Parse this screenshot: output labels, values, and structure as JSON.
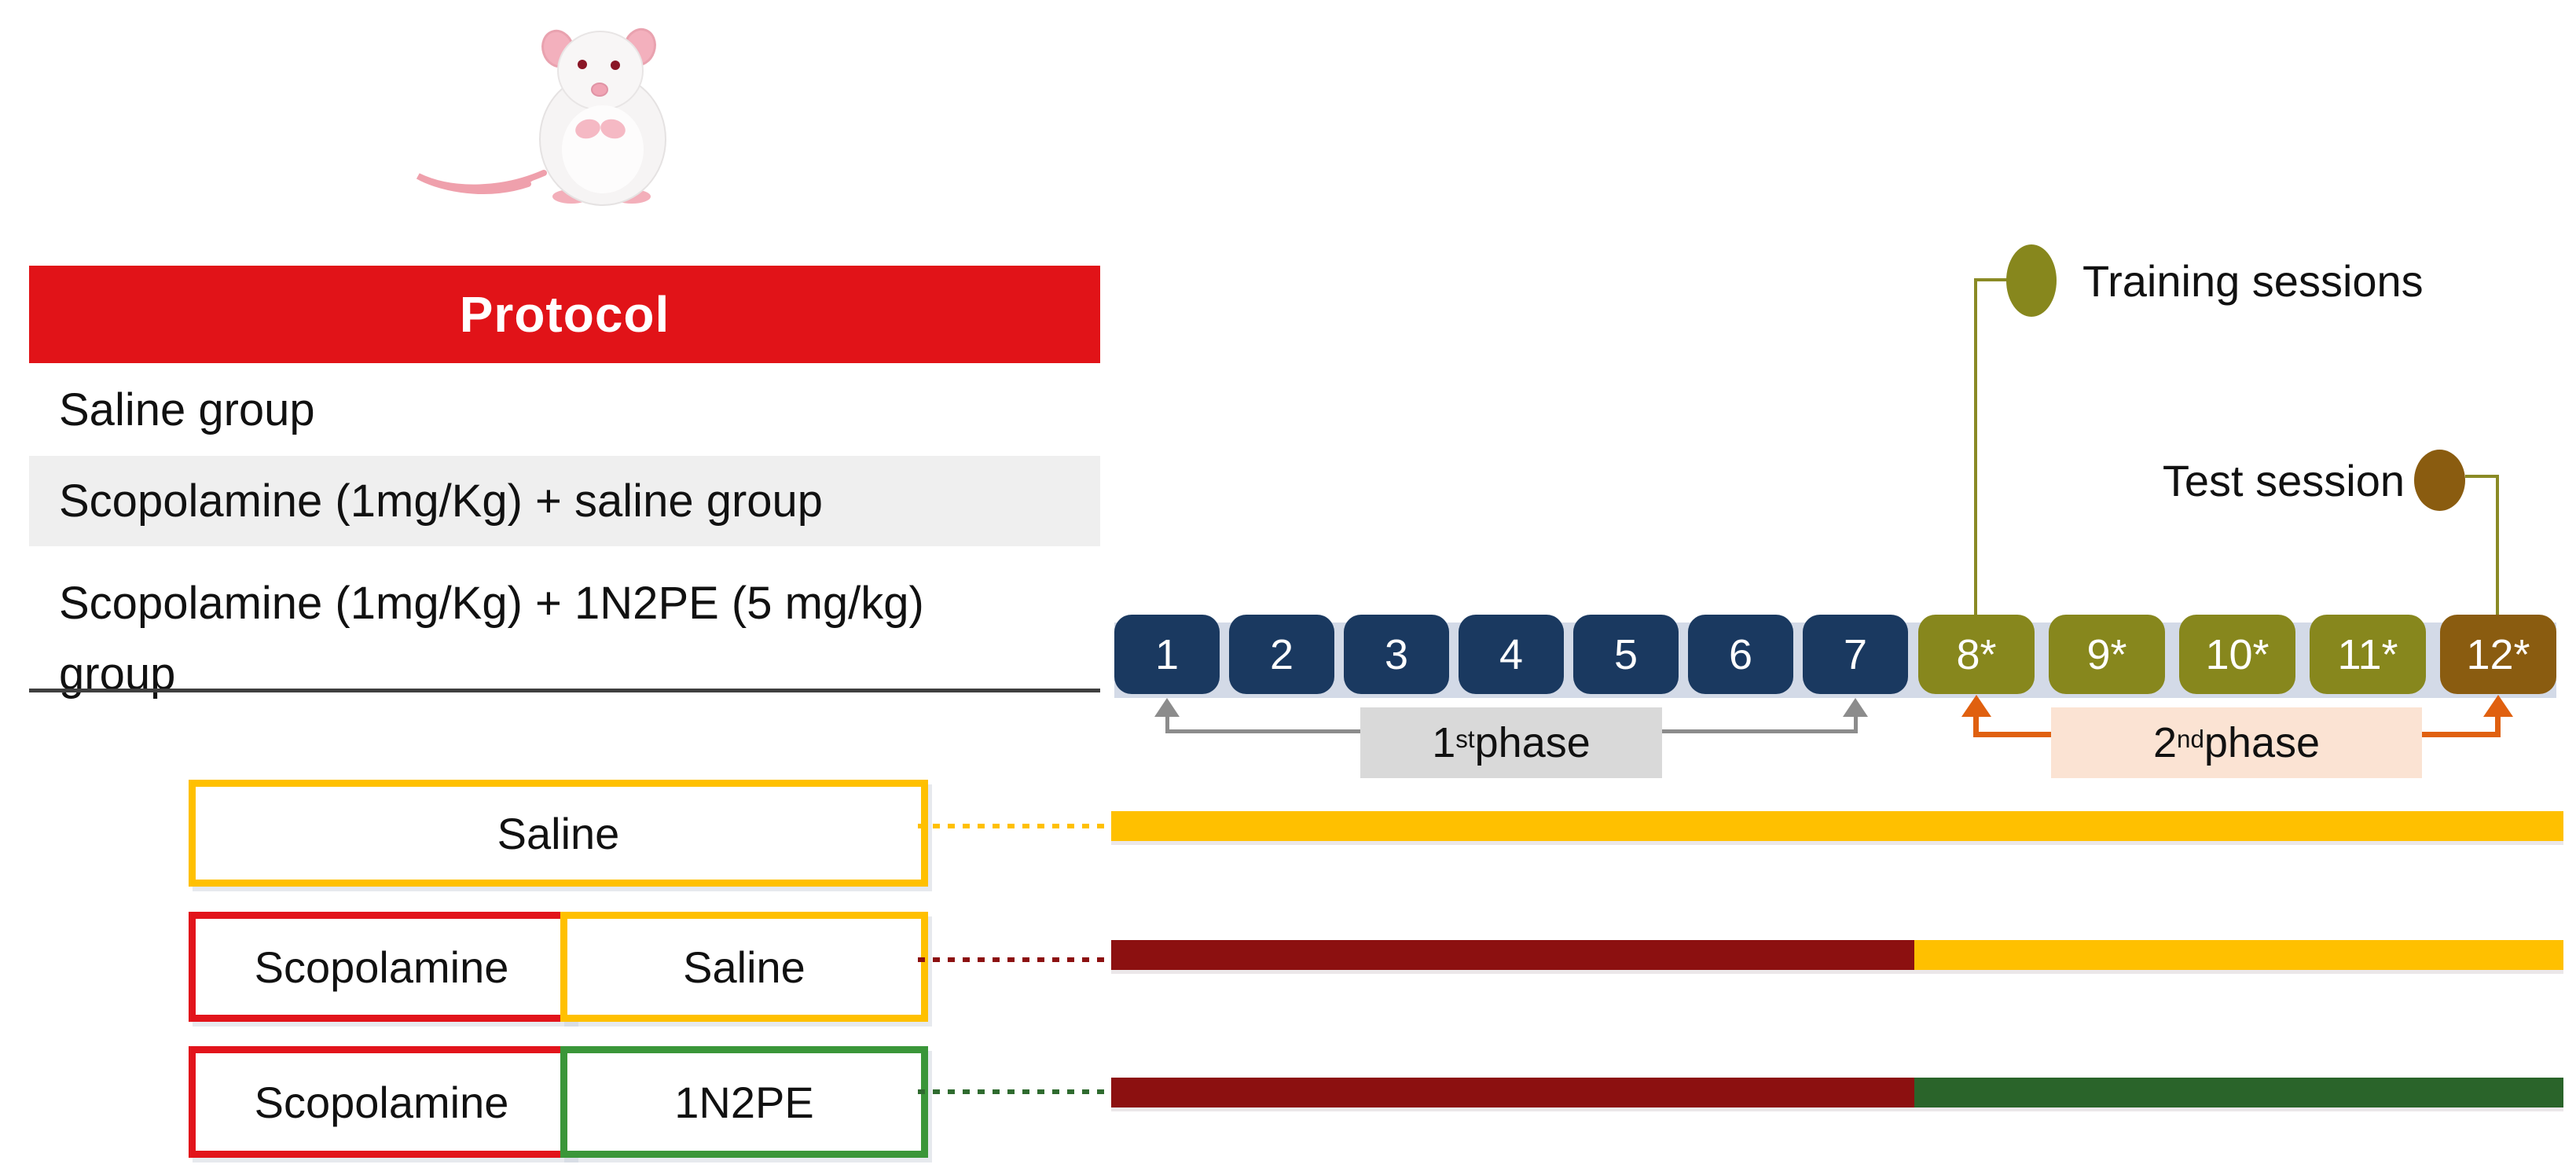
{
  "figure": {
    "subject": "pharmacological memory-task protocol diagram",
    "animal_icon": "white-rat"
  },
  "protocol_table": {
    "header": "Protocol",
    "rows": [
      {
        "line1": "Saline group"
      },
      {
        "line1": "Scopolamine (1mg/Kg) + saline group"
      },
      {
        "line1": "Scopolamine (1mg/Kg) + 1N2PE (5 mg/kg)",
        "line2": "group"
      }
    ]
  },
  "timeline": {
    "sessions": [
      {
        "label": "1",
        "type": "phase1"
      },
      {
        "label": "2",
        "type": "phase1"
      },
      {
        "label": "3",
        "type": "phase1"
      },
      {
        "label": "4",
        "type": "phase1"
      },
      {
        "label": "5",
        "type": "phase1"
      },
      {
        "label": "6",
        "type": "phase1"
      },
      {
        "label": "7",
        "type": "phase1"
      },
      {
        "label": "8*",
        "type": "phase2-training"
      },
      {
        "label": "9*",
        "type": "phase2-training"
      },
      {
        "label": "10*",
        "type": "phase2-training"
      },
      {
        "label": "11*",
        "type": "phase2-training"
      },
      {
        "label": "12*",
        "type": "phase2-test"
      }
    ],
    "phase1": {
      "num": "1",
      "sup": "st",
      "rest": " phase"
    },
    "phase2": {
      "num": "2",
      "sup": "nd",
      "rest": " phase"
    }
  },
  "legend": {
    "training": "Training sessions",
    "test": "Test session"
  },
  "groups": [
    {
      "injections": [
        {
          "label": "Saline",
          "border": "gold"
        }
      ],
      "bar_segments": [
        {
          "color": "gold",
          "extent": "sessions 1-12"
        }
      ]
    },
    {
      "injections": [
        {
          "label": "Scopolamine",
          "border": "red"
        },
        {
          "label": "Saline",
          "border": "gold"
        }
      ],
      "bar_segments": [
        {
          "color": "dark-red",
          "extent": "sessions 1-7"
        },
        {
          "color": "gold",
          "extent": "sessions 8-12"
        }
      ]
    },
    {
      "injections": [
        {
          "label": "Scopolamine",
          "border": "red"
        },
        {
          "label": "1N2PE",
          "border": "green"
        }
      ],
      "bar_segments": [
        {
          "color": "dark-red",
          "extent": "sessions 1-7"
        },
        {
          "color": "dark-green",
          "extent": "sessions 8-12"
        }
      ]
    }
  ],
  "colors": {
    "header_red": "#E11318",
    "gold": "#FFC000",
    "dark_red": "#8C1010",
    "green_border": "#3A9639",
    "dark_green": "#2A642A",
    "navy_session": "#1A3960",
    "olive_session": "#87871D",
    "brown_session": "#8A5C10",
    "orange_bracket": "#E0600F",
    "gray_bracket": "#8C8C8C",
    "phase1_label_bg": "#D9D9D9",
    "phase2_label_bg": "#FBE3D3",
    "row_stripe": "#EFEFEF",
    "timeline_shadow_band": "#D3DAE7"
  }
}
